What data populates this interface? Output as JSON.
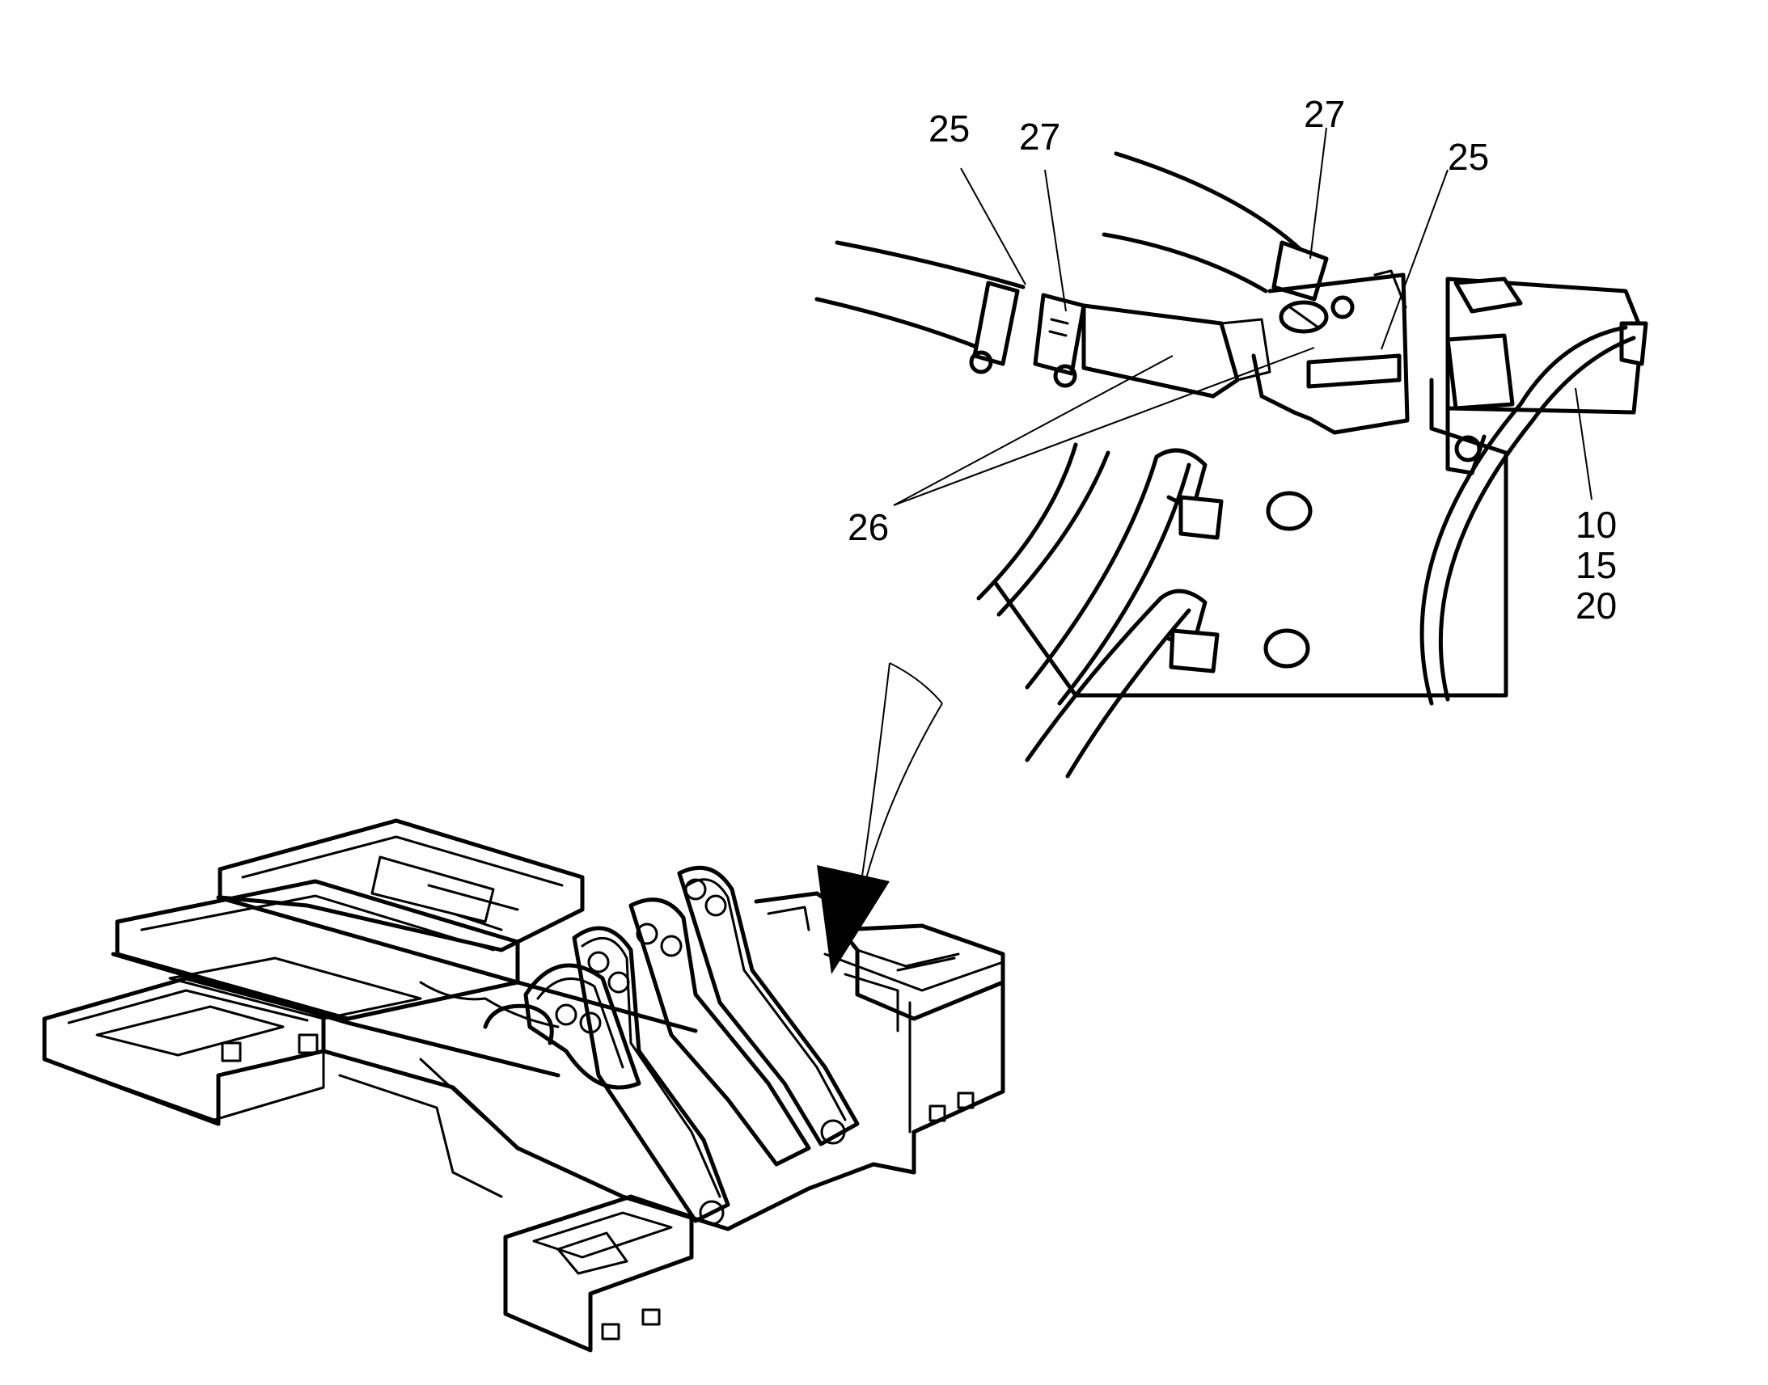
{
  "callouts": [
    {
      "id": "c25a",
      "text": "25"
    },
    {
      "id": "c27a",
      "text": "27"
    },
    {
      "id": "c27b",
      "text": "27"
    },
    {
      "id": "c25b",
      "text": "25"
    },
    {
      "id": "c26",
      "text": "26"
    },
    {
      "id": "c10",
      "text": "10"
    },
    {
      "id": "c15",
      "text": "15"
    },
    {
      "id": "c20",
      "text": "20"
    }
  ],
  "colors": {
    "line": "#000000",
    "background": "#ffffff"
  }
}
